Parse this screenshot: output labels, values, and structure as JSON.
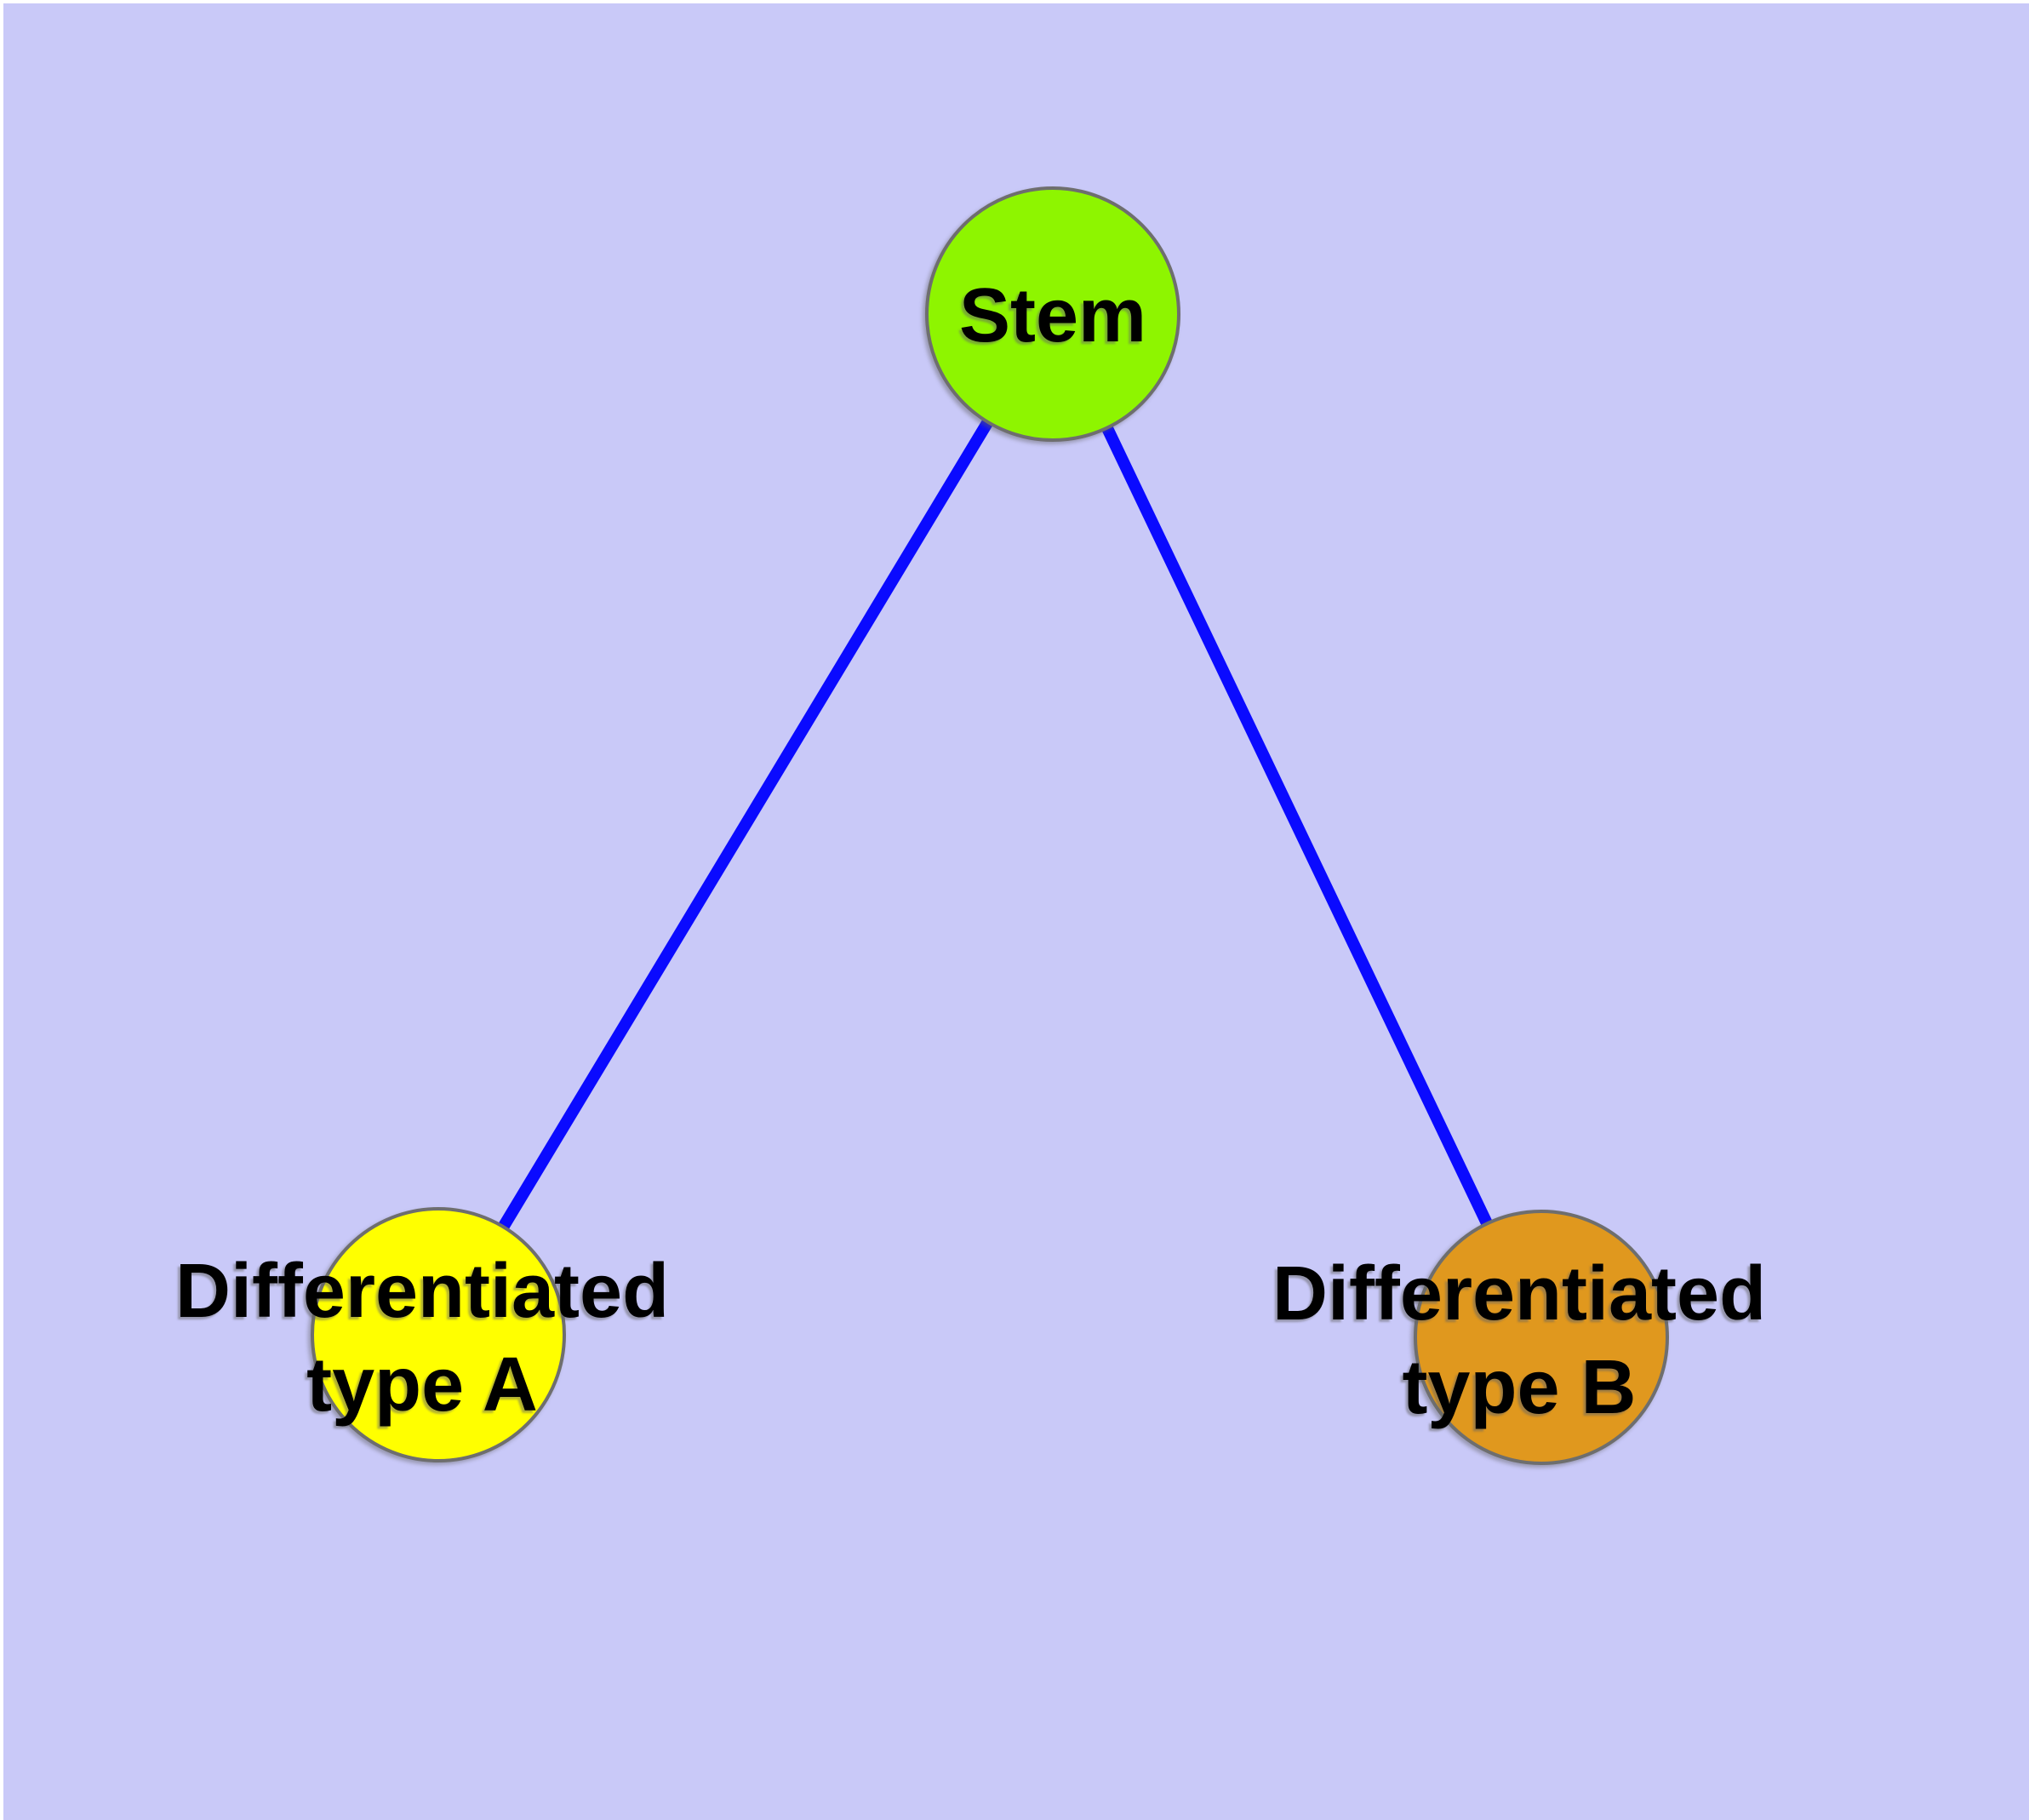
{
  "diagram": {
    "background_color": "#c9c9f8",
    "edge_color": "#0a0aff",
    "node_border_color": "#6e6e6e",
    "label_color": "#000000",
    "nodes": [
      {
        "id": "stem",
        "label": "Stem",
        "label_lines": [
          "Stem"
        ],
        "color": "#8ef500"
      },
      {
        "id": "differentiated-type-a",
        "label": "Differentiated type A",
        "label_lines": [
          "Differentiated",
          "type A"
        ],
        "color": "#ffff00"
      },
      {
        "id": "differentiated-type-b",
        "label": "Differentiated type B",
        "label_lines": [
          "Differentiated",
          "type B"
        ],
        "color": "#e0981e"
      }
    ],
    "edges": [
      {
        "from": "Stem",
        "to": "Differentiated type A"
      },
      {
        "from": "Stem",
        "to": "Differentiated type B"
      }
    ]
  }
}
